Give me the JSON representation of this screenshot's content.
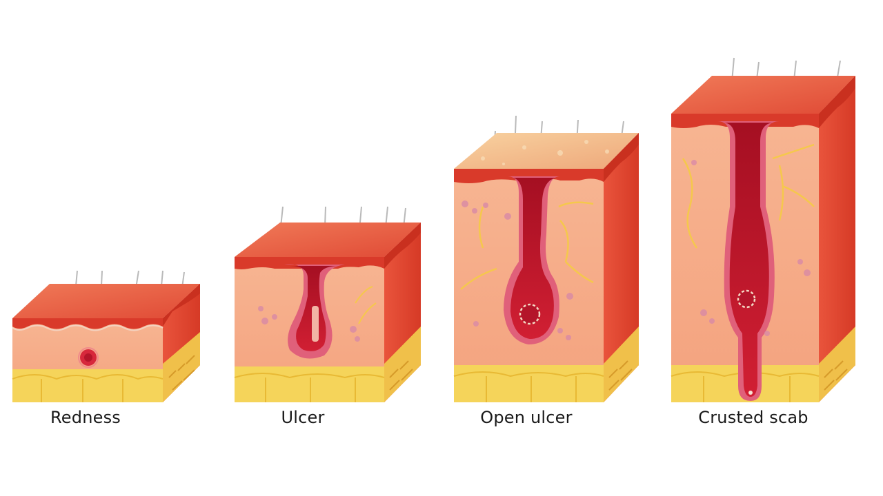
{
  "stages": [
    {
      "label": "Redness"
    },
    {
      "label": "Ulcer"
    },
    {
      "label": "Open ulcer"
    },
    {
      "label": "Crusted scab"
    }
  ],
  "colors": {
    "epidermis_top": "#e8503a",
    "skin_front": "#f6b08e",
    "side_face": "#e2452f",
    "fat": "#f5d45a",
    "wound": "#c4152a",
    "wound_rim": "#e0607a",
    "crust": "#f4c793",
    "vessel": "#f5c84c"
  }
}
